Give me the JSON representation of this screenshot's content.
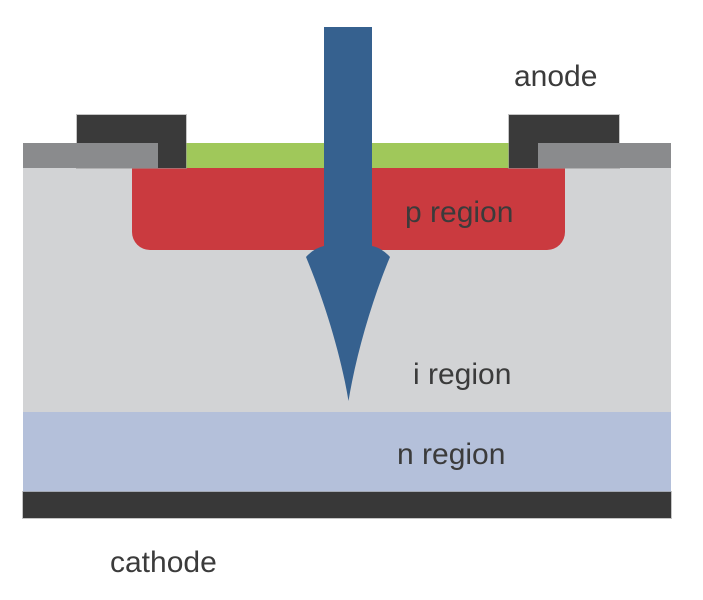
{
  "diagram": {
    "labels": {
      "anode": "anode",
      "p_region": "p region",
      "i_region": "i region",
      "n_region": "n region",
      "cathode": "cathode"
    },
    "colors": {
      "background": "#FFFFFF",
      "light_arrow": "#36618F",
      "p_region": "#CA3A3F",
      "i_region": "#D2D3D5",
      "n_region": "#B4C0DA",
      "coating": "#A0C85A",
      "metal_strip": "#8A8B8D",
      "contact_pad": "#3A3A3A",
      "cathode_bar": "#383838",
      "label_text": "#3B3B3B"
    }
  }
}
